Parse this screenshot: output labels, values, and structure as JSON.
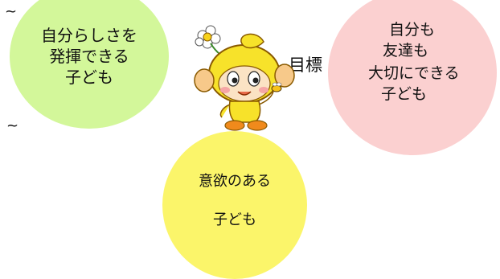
{
  "colors": {
    "green_circle": "#d3f79a",
    "pink_circle": "#fbd0d0",
    "yellow_circle": "#fbf56a",
    "mascot_body": "#f7e22a",
    "mascot_outline": "#8a5a00",
    "mascot_shoe": "#f08a1c"
  },
  "decor": {
    "tilde_top": "~",
    "tilde_mid": "~",
    "tilde_low": "~"
  },
  "goal": {
    "label_prefix": "",
    "label": "目標"
  },
  "circles": {
    "green": {
      "lines": [
        "自分らしさを",
        "発揮できる",
        "子ども"
      ]
    },
    "pink": {
      "lines": [
        "自分も",
        "友達も",
        "大切にできる",
        "子ども"
      ]
    },
    "yellow": {
      "lines": [
        "意欲のある",
        "子ども"
      ]
    }
  },
  "mascot": {
    "icon": "mascot-character-icon"
  }
}
